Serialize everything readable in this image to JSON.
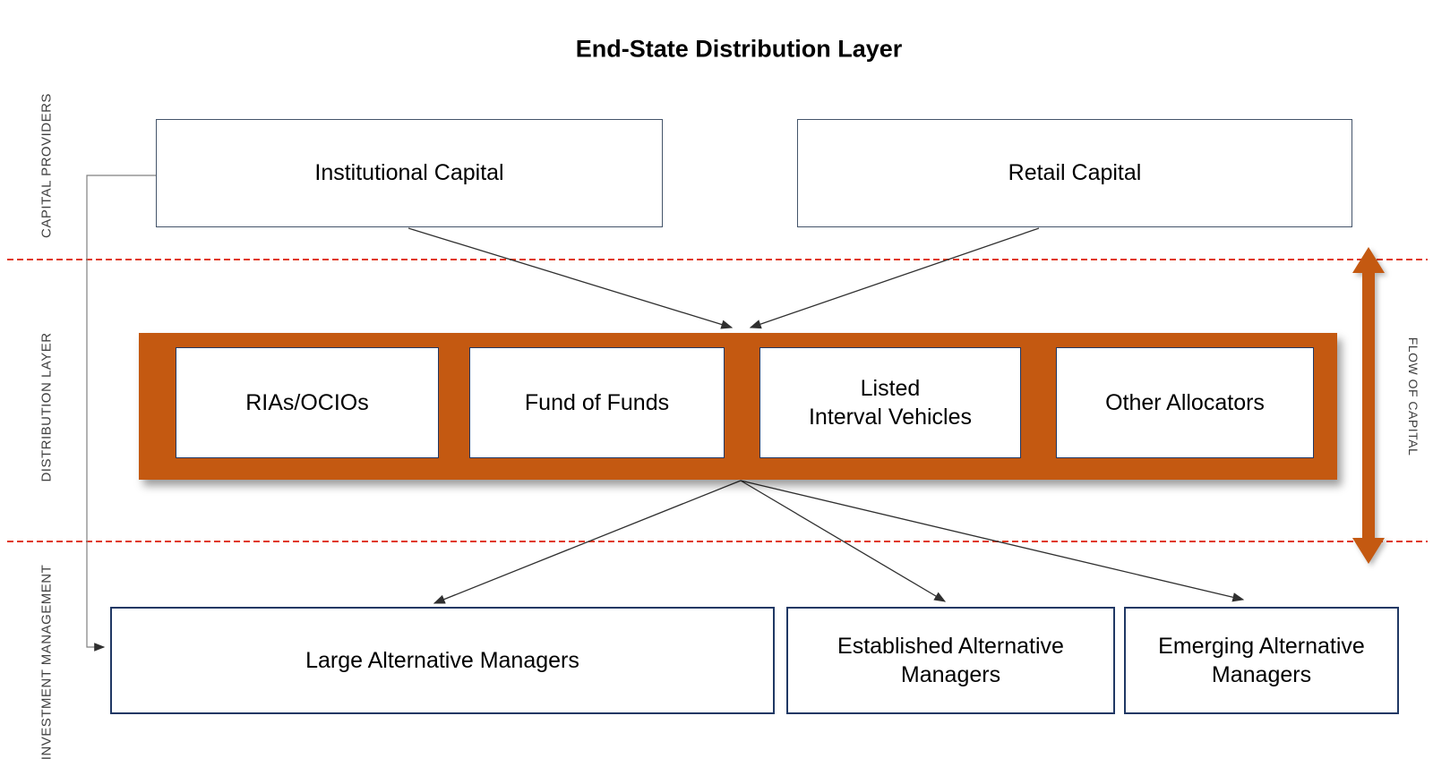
{
  "title": "End-State Distribution Layer",
  "side_labels": {
    "capital_providers": "CAPITAL PROVIDERS",
    "distribution_layer": "DISTRIBUTION LAYER",
    "investment_management": "INVESTMENT MANAGEMENT",
    "flow_of_capital": "FLOW OF CAPITAL"
  },
  "capital_providers": {
    "institutional": "Institutional Capital",
    "retail": "Retail Capital"
  },
  "distribution_layer": {
    "rias_ocios": "RIAs/OCIOs",
    "fund_of_funds": "Fund of Funds",
    "listed_interval_vehicles": "Listed\nInterval Vehicles",
    "other_allocators": "Other Allocators"
  },
  "investment_management": {
    "large": "Large Alternative Managers",
    "established": "Established Alternative Managers",
    "emerging": "Emerging Alternative Managers"
  },
  "colors": {
    "band_orange": "#C45911",
    "flow_arrow_orange": "#C45911",
    "dashed_red": "#E0381C",
    "top_box_border": "#44546A",
    "navy_border": "#203864",
    "connector_gray": "#808080",
    "line_dark": "#303030",
    "label_gray": "#404040"
  }
}
